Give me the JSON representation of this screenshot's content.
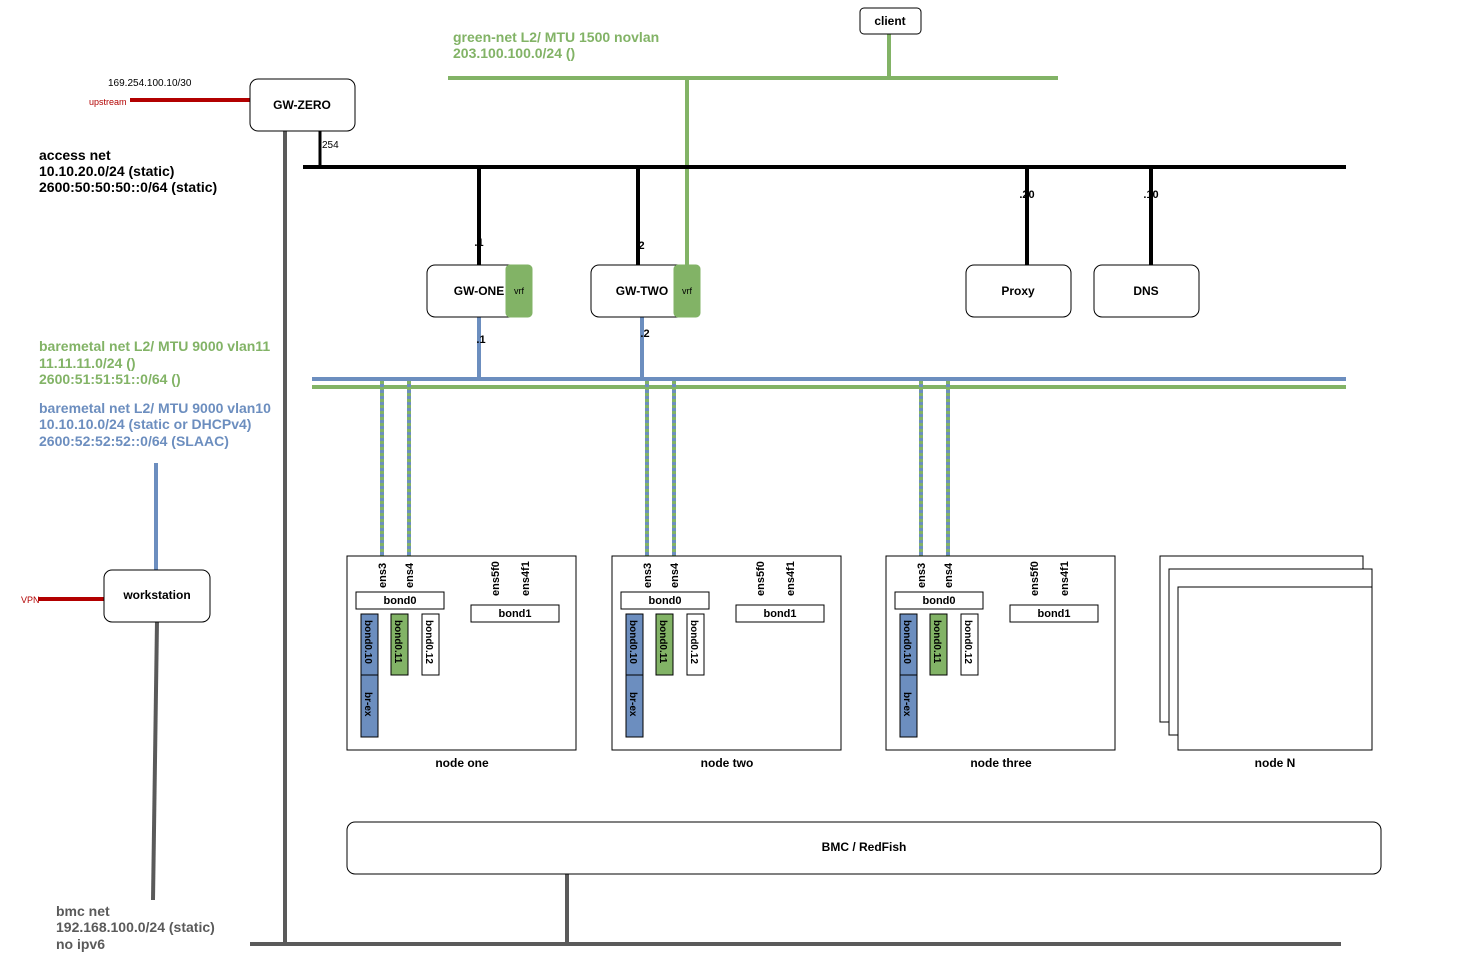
{
  "colors": {
    "green": "#82b366",
    "blue": "#6c8ebf",
    "black": "#000000",
    "gray": "#5a5a5a",
    "red": "#b20000",
    "green_fill": "#82b366",
    "blue_fill": "#6c8ebf"
  },
  "green_net": {
    "line1": "green-net  L2/ MTU 1500 novlan",
    "line2": "203.100.100.0/24 ()"
  },
  "access_net": {
    "line1": "access net",
    "line2": "10.10.20.0/24 (static)",
    "line3": "2600:50:50:50::0/64 (static)"
  },
  "baremetal_green": {
    "line1": "baremetal net  L2/ MTU 9000 vlan11",
    "line2": "11.11.11.0/24 ()",
    "line3": "2600:51:51:51::0/64 ()"
  },
  "baremetal_blue": {
    "line1": "baremetal net  L2/ MTU 9000 vlan10",
    "line2": "10.10.10.0/24 (static or DHCPv4)",
    "line3": "2600:52:52:52::0/64 (SLAAC)"
  },
  "bmc_net": {
    "line1": "bmc net",
    "line2": "192.168.100.0/24  (static)",
    "line3": "no ipv6"
  },
  "upstream": {
    "ip": "169.254.100.10/30",
    "label": "upstream"
  },
  "vpn_label": "VPN",
  "gw_zero": {
    "label": "GW-ZERO",
    "port": "254"
  },
  "client": "client",
  "gw_one": {
    "label": "GW-ONE",
    "vrf": "vrf",
    "access_ip": ".1",
    "baremetal_ip": ".1"
  },
  "gw_two": {
    "label": "GW-TWO",
    "vrf": "vrf",
    "access_ip": ".2",
    "baremetal_ip": ".2"
  },
  "proxy": {
    "label": "Proxy",
    "ip": ".20"
  },
  "dns": {
    "label": "DNS",
    "ip": ".10"
  },
  "workstation": "workstation",
  "bmc": "BMC / RedFish",
  "nodes": [
    {
      "name": "node one"
    },
    {
      "name": "node two"
    },
    {
      "name": "node three"
    }
  ],
  "node_n": "node N",
  "node_labels": {
    "ens3": "ens3",
    "ens4": "ens4",
    "ens5f0": "ens5f0",
    "ens4f1": "ens4f1",
    "bond0": "bond0",
    "bond1": "bond1",
    "bond0_10": "bond0.10",
    "bond0_11": "bond0.11",
    "bond0_12": "bond0.12",
    "br_ex": "br-ex"
  }
}
